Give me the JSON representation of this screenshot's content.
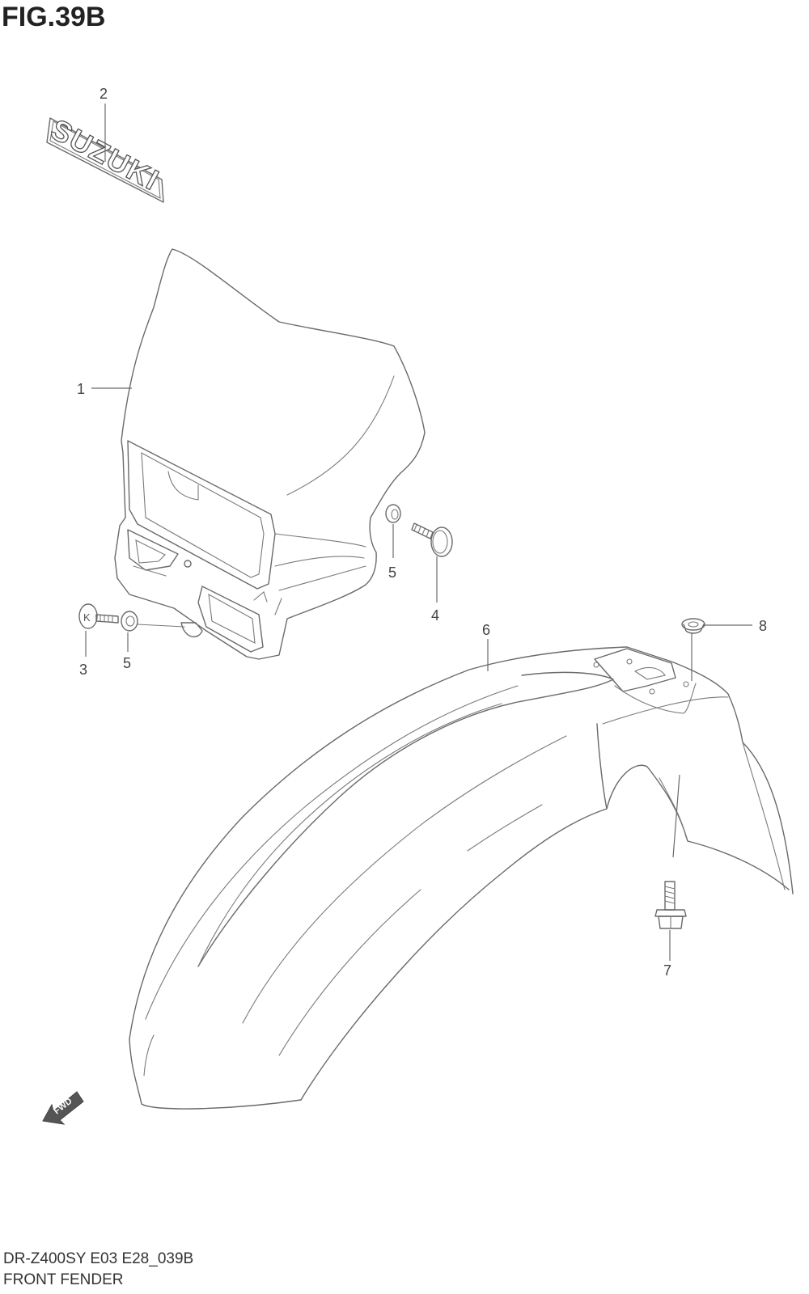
{
  "figure": {
    "title": "FIG.39B",
    "code": "DR-Z400SY E03 E28_039B",
    "name": "FRONT FENDER"
  },
  "emblem": {
    "text": "SUZUKI"
  },
  "fwd_marker": {
    "text": "FWD"
  },
  "callouts": [
    {
      "number": "1",
      "part": "headlight-cover"
    },
    {
      "number": "2",
      "part": "emblem"
    },
    {
      "number": "3",
      "part": "screw-k"
    },
    {
      "number": "4",
      "part": "bolt"
    },
    {
      "number": "5",
      "part": "washer-right"
    },
    {
      "number": "5",
      "part": "washer-left"
    },
    {
      "number": "6",
      "part": "front-fender"
    },
    {
      "number": "7",
      "part": "fender-bolt"
    },
    {
      "number": "8",
      "part": "grommet"
    }
  ],
  "colors": {
    "line": "#6a6a6a",
    "text": "#333333",
    "background": "#ffffff"
  }
}
